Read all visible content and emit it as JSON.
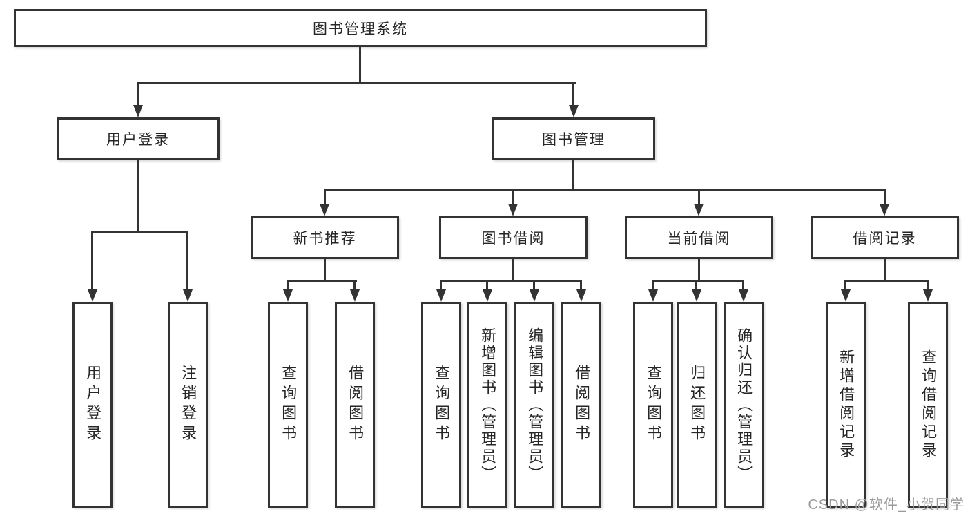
{
  "colors": {
    "line": "#333333",
    "background": "#ffffff",
    "text": "#262626",
    "watermark": "#9b9b9b"
  },
  "watermark": {
    "text": "CSDN @软件_小贺同学"
  },
  "tree": {
    "root": {
      "label": "图书管理系统",
      "children": [
        {
          "label": "用户登录",
          "children": [
            {
              "label": "用户登录"
            },
            {
              "label": "注销登录"
            }
          ]
        },
        {
          "label": "图书管理",
          "children": [
            {
              "label": "新书推荐",
              "children": [
                {
                  "label": "查询图书"
                },
                {
                  "label": "借阅图书"
                }
              ]
            },
            {
              "label": "图书借阅",
              "children": [
                {
                  "label": "查询图书"
                },
                {
                  "label": "新增图书（管理员）"
                },
                {
                  "label": "编辑图书（管理员）"
                },
                {
                  "label": "借阅图书"
                }
              ]
            },
            {
              "label": "当前借阅",
              "children": [
                {
                  "label": "查询图书"
                },
                {
                  "label": "归还图书"
                },
                {
                  "label": "确认归还（管理员）"
                }
              ]
            },
            {
              "label": "借阅记录",
              "children": [
                {
                  "label": "新增借阅记录"
                },
                {
                  "label": "查询借阅记录"
                }
              ]
            }
          ]
        }
      ]
    }
  }
}
